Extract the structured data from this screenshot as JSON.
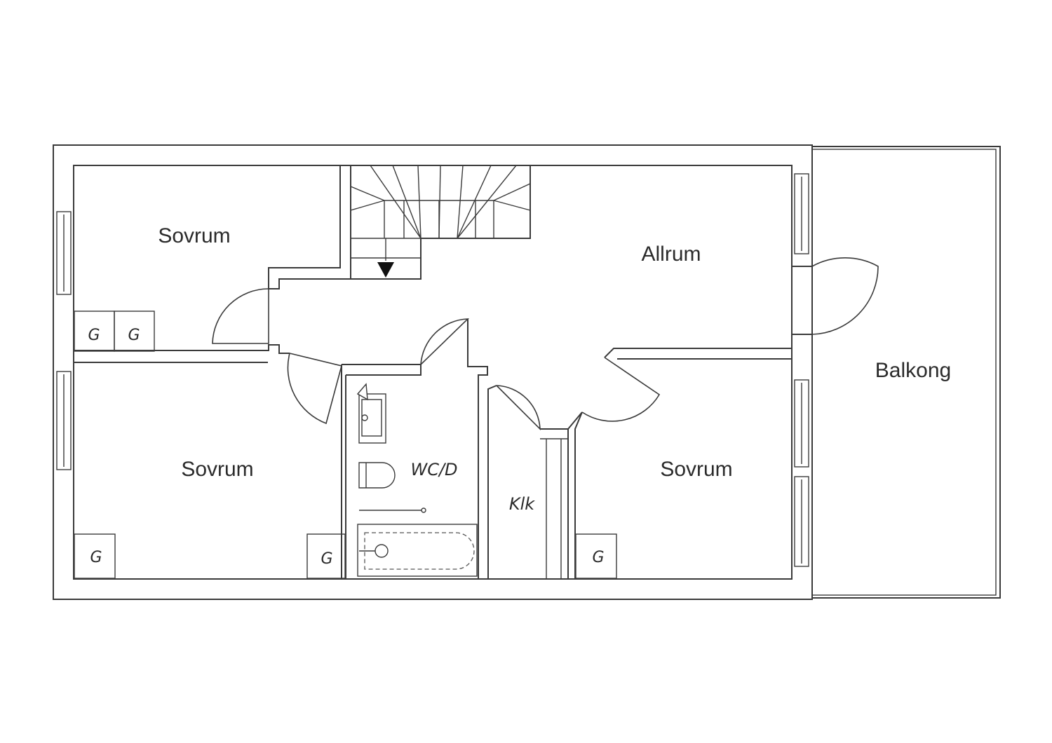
{
  "rooms": {
    "sovrum_top_left": "Sovrum",
    "allrum": "Allrum",
    "balkong": "Balkong",
    "sovrum_bottom_left": "Sovrum",
    "wc": "WC/D",
    "klk": "Klk",
    "sovrum_right": "Sovrum"
  },
  "wardrobe_label": "G"
}
